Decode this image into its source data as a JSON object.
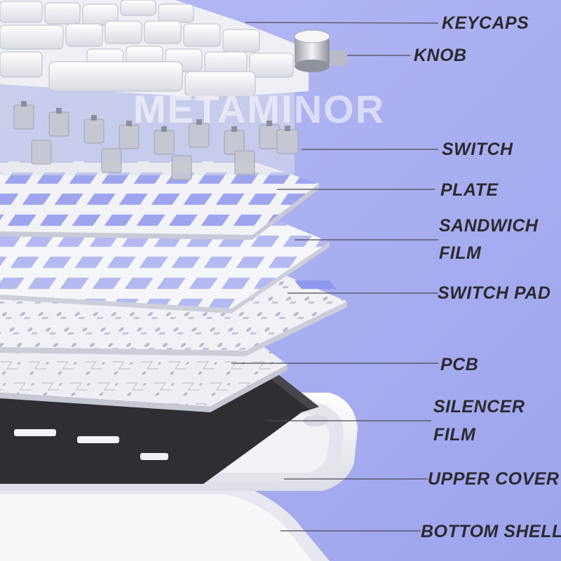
{
  "colors": {
    "background": "#a9aef0",
    "background_dark": "#9aa0ea",
    "plate_white": "#f4f5f8",
    "plate_shadow": "#c9ccd8",
    "slot_blue": "#8f98ec",
    "pcb_dark": "#2f2f33",
    "case_white": "#f7f7f9",
    "label_text": "#2a2a30",
    "leader_line": "#4a4a55"
  },
  "watermark": "METAMINOR",
  "labels": {
    "keycaps": "KEYCAPS",
    "knob": "KNOB",
    "switch": "SWITCH",
    "plate": "PLATE",
    "sandwich_film_1": "SANDWICH",
    "sandwich_film_2": "FILM",
    "switch_pad": "SWITCH PAD",
    "pcb": "PCB",
    "silencer_film_1": "SILENCER",
    "silencer_film_2": "FILM",
    "upper_cover": "UPPER COVER",
    "bottom_shell": "BOTTOM SHELL"
  },
  "icons": {
    "knob": "knob-icon"
  }
}
